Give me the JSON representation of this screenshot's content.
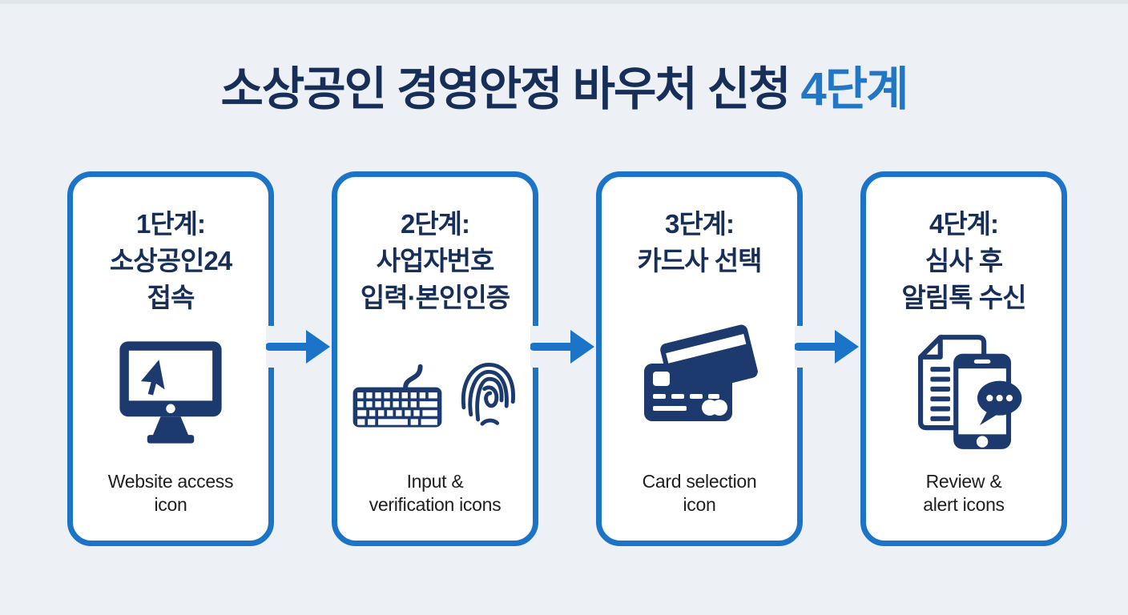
{
  "header": {
    "title_main": "소상공인 경영안정 바우처 신청",
    "title_highlight": "4단계"
  },
  "steps": [
    {
      "title_lines": [
        "1단계:",
        "소상공인24",
        "접속"
      ],
      "icons": [
        "monitor-cursor-icon"
      ],
      "caption_lines": [
        "Website access",
        "icon"
      ]
    },
    {
      "title_lines": [
        "2단계:",
        "사업자번호",
        "입력·본인인증"
      ],
      "icons": [
        "keyboard-icon",
        "fingerprint-icon"
      ],
      "caption_lines": [
        "Input &",
        "verification icons"
      ]
    },
    {
      "title_lines": [
        "3단계:",
        "카드사 선택"
      ],
      "icons": [
        "credit-cards-icon"
      ],
      "caption_lines": [
        "Card selection",
        "icon"
      ]
    },
    {
      "title_lines": [
        "4단계:",
        "심사 후",
        "알림톡 수신"
      ],
      "icons": [
        "document-icon",
        "smartphone-icon",
        "chat-bubble-icon"
      ],
      "caption_lines": [
        "Review &",
        "alert icons"
      ]
    }
  ],
  "connectors": [
    "arrow-right",
    "arrow-right",
    "arrow-right"
  ],
  "colors": {
    "background": "#edf1f6",
    "card_background": "#ffffff",
    "card_border_blue": "#1b74c7",
    "arrow_blue": "#1b74c7",
    "title_navy": "#172f58",
    "accent_blue": "#2176c6",
    "icon_navy": "#1d3a6e",
    "caption_text": "#1e1e1e"
  }
}
